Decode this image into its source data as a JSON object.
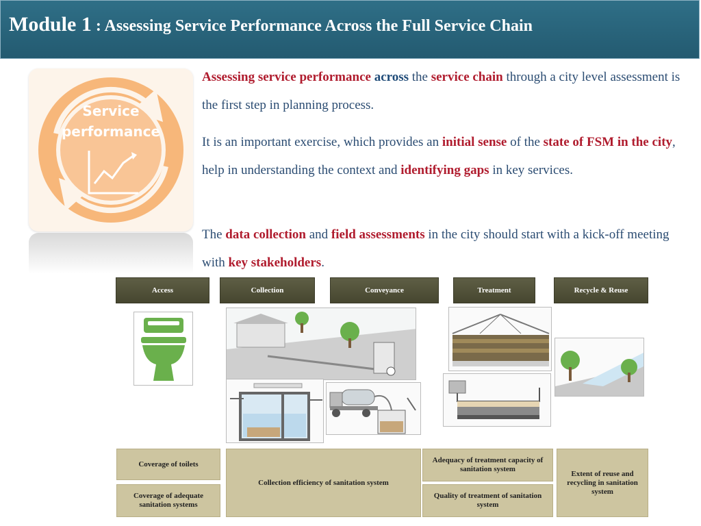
{
  "header": {
    "module": "Module 1",
    "subtitle": " : Assessing Service Performance Across the Full Service Chain"
  },
  "logo": {
    "line1": "Service",
    "line2": "performance"
  },
  "para1": {
    "s1": "Assessing service performance",
    "s2": " across",
    "s3": " the ",
    "s4": "service chain",
    "s5": " through a city level assessment is the first step in planning process."
  },
  "para2": {
    "s1": "It is an important exercise, which provides an ",
    "s2": "initial sense",
    "s3": " of the ",
    "s4": "state of FSM in the city",
    "s5": ", help in understanding the context and ",
    "s6": "identifying gaps",
    "s7": " in key services."
  },
  "para3": {
    "s1": "The ",
    "s2": "data collection",
    "s3": " and ",
    "s4": "field assessments",
    "s5": " in the city should start with a kick-off meeting with ",
    "s6": "key stakeholders",
    "s7": "."
  },
  "stages": [
    "Access",
    "Collection",
    "Conveyance",
    "Treatment",
    "Recycle & Reuse"
  ],
  "indicators": {
    "coverage_toilets": "Coverage of toilets",
    "coverage_adequate": "Coverage of adequate sanitation systems",
    "collection_efficiency": "Collection efficiency of sanitation system",
    "treatment_adequacy": "Adequacy of treatment capacity of sanitation system",
    "treatment_quality": "Quality of treatment of sanitation system",
    "reuse_extent": "Extent of reuse and recycling in sanitation system"
  },
  "colors": {
    "header": "#2f6f87",
    "highlight": "#b01c2e",
    "body_text": "#2b4c72",
    "stage_bg": "#4f4f38",
    "indicator_bg": "#cdc5a0",
    "logo_orange": "#f7b77a"
  }
}
